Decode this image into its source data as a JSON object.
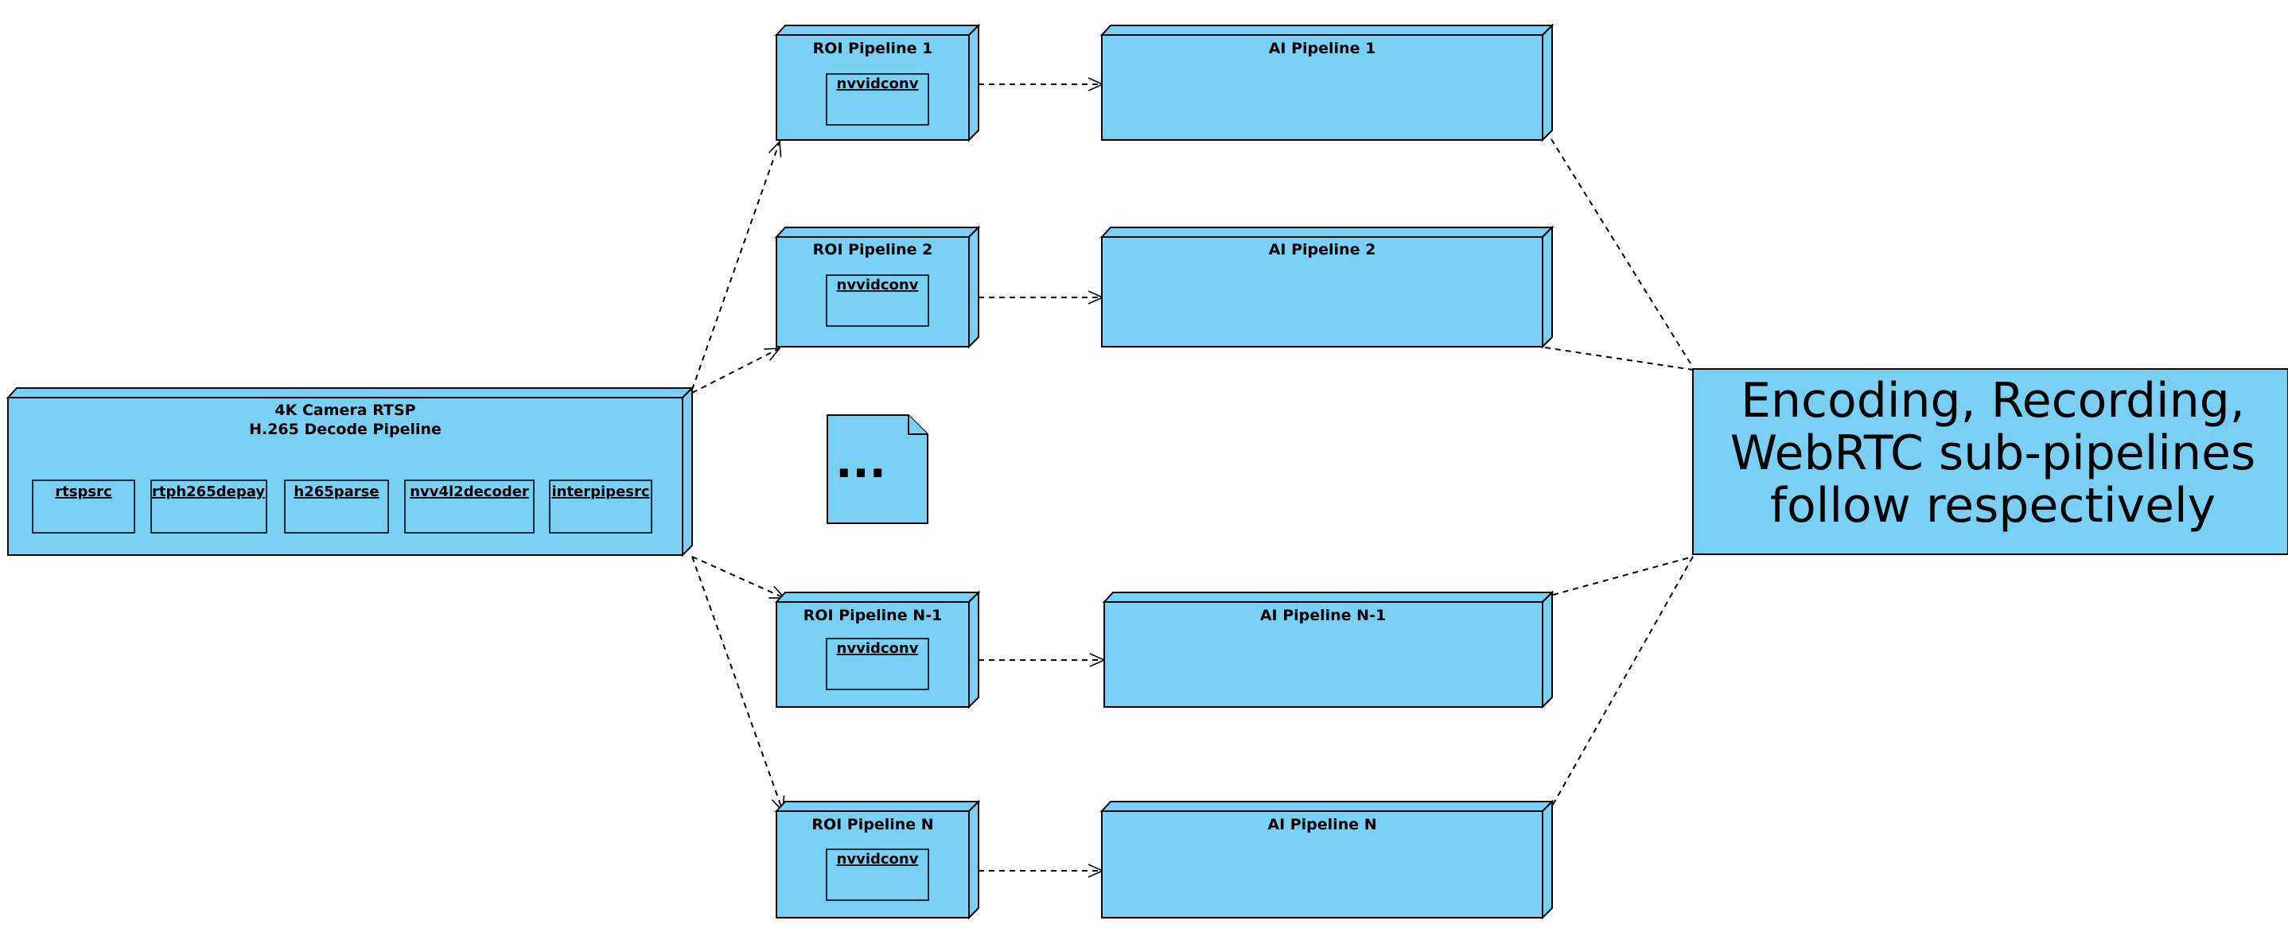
{
  "colors": {
    "node_fill": "#7acff5",
    "stroke": "#000000",
    "background": "#ffffff"
  },
  "source": {
    "title_line1": "4K Camera RTSP",
    "title_line2": "H.265 Decode Pipeline",
    "components": [
      "rtspsrc",
      "rtph265depay",
      "h265parse",
      "nvv4l2decoder",
      "interpipesrc"
    ]
  },
  "roi_pipelines": [
    {
      "title": "ROI Pipeline 1",
      "component": "nvvidconv"
    },
    {
      "title": "ROI Pipeline 2",
      "component": "nvvidconv"
    },
    {
      "title": "ROI Pipeline N-1",
      "component": "nvvidconv"
    },
    {
      "title": "ROI Pipeline N",
      "component": "nvvidconv"
    }
  ],
  "ai_pipelines": [
    {
      "title": "AI Pipeline 1"
    },
    {
      "title": "AI Pipeline 2"
    },
    {
      "title": "AI Pipeline N-1"
    },
    {
      "title": "AI Pipeline N"
    }
  ],
  "ellipsis_note": "...",
  "sink": {
    "line1": "Encoding, Recording,",
    "line2": "WebRTC sub-pipelines",
    "line3": "follow respectively"
  }
}
